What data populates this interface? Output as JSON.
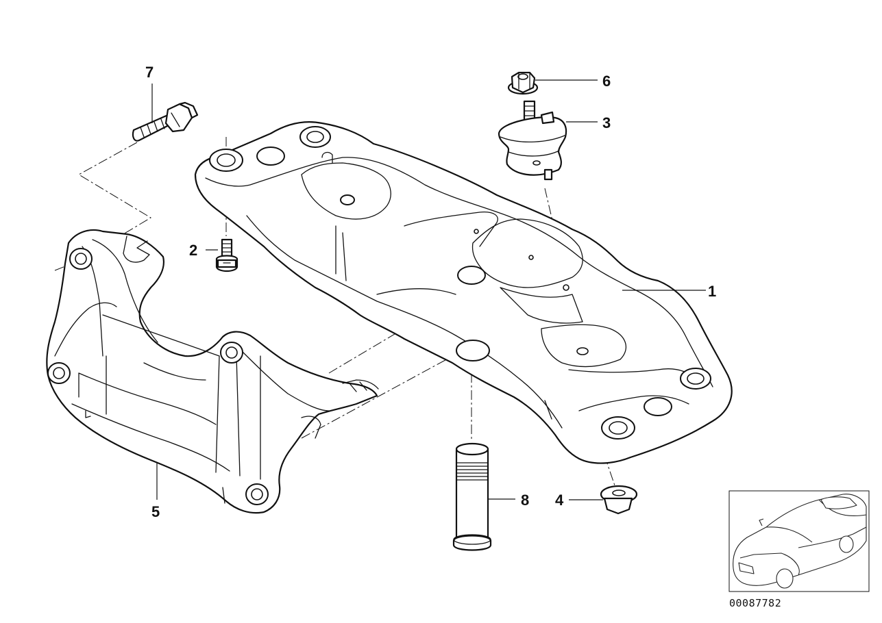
{
  "callouts": [
    {
      "id": "1",
      "label": "1"
    },
    {
      "id": "2",
      "label": "2"
    },
    {
      "id": "3",
      "label": "3"
    },
    {
      "id": "4",
      "label": "4"
    },
    {
      "id": "5",
      "label": "5"
    },
    {
      "id": "6",
      "label": "6"
    },
    {
      "id": "7",
      "label": "7"
    },
    {
      "id": "8",
      "label": "8"
    }
  ],
  "document_number": "00087782"
}
